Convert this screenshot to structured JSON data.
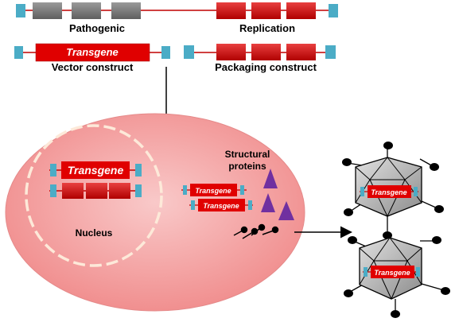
{
  "labels": {
    "pathogenic": "Pathogenic",
    "replication": "Replication",
    "vector_construct": "Vector construct",
    "packaging_construct": "Packaging construct",
    "nucleus": "Nucleus",
    "structural_proteins_line1": "Structural",
    "structural_proteins_line2": "proteins"
  },
  "transgene": "Transgene",
  "colors": {
    "gene_red": "#e00000",
    "gene_dark_red": "#c00000",
    "itr_blue": "#4bacc6",
    "grey_gene": "#7f7f7f",
    "cell_fill": "#f4a7a7",
    "nucleus_border": "#fde9d9",
    "protein_purple": "#7030a0",
    "capsid_grey": "#bfbfbf"
  }
}
